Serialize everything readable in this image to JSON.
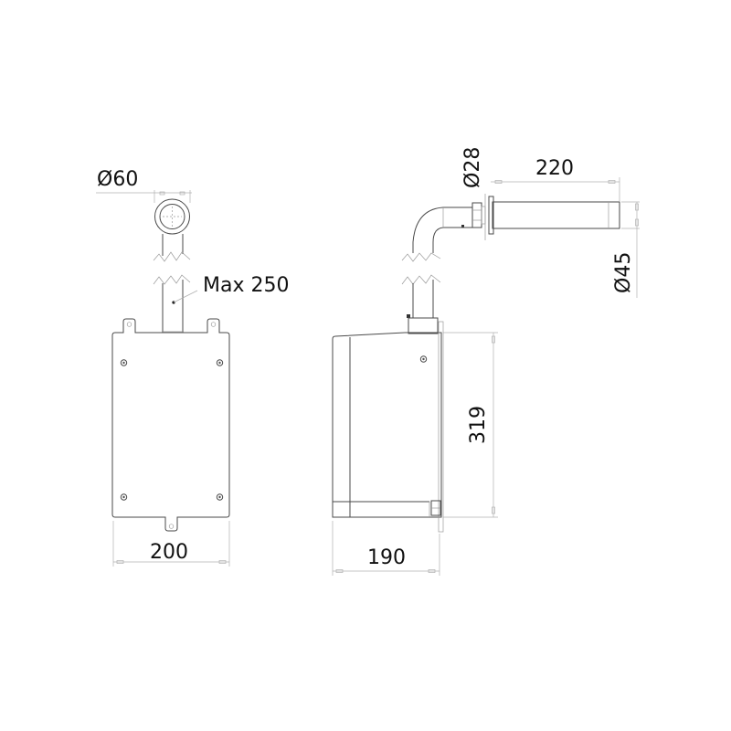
{
  "drawing": {
    "front_view": {
      "pipe_diameter_label": "Ø60",
      "max_length_label": "Max 250",
      "width_label": "200"
    },
    "side_view": {
      "pipe_diameter_label": "Ø28",
      "spout_length_label": "220",
      "spout_diameter_label": "Ø45",
      "height_label": "319",
      "depth_label": "190"
    },
    "colors": {
      "line": "#4a4a4a",
      "dimension_line": "#b0b0b0",
      "text": "#111111",
      "background": "#ffffff"
    }
  }
}
